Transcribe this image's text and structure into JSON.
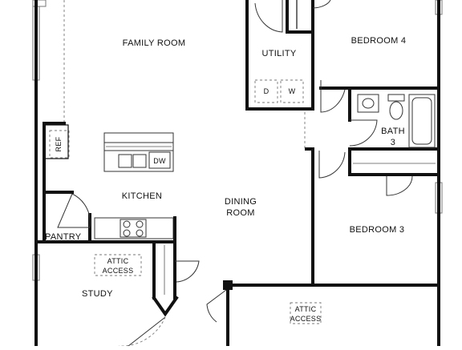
{
  "rooms": {
    "family_room": "FAMILY ROOM",
    "utility": "UTILITY",
    "bedroom4": "BEDROOM 4",
    "bath3_line1": "BATH",
    "bath3_line2": "3",
    "kitchen": "KITCHEN",
    "dining_line1": "DINING",
    "dining_line2": "ROOM",
    "bedroom3": "BEDROOM 3",
    "pantry": "PANTRY",
    "study": "STUDY"
  },
  "labels": {
    "attic_study_line1": "ATTIC",
    "attic_study_line2": "ACCESS",
    "attic_garage_line1": "ATTIC",
    "attic_garage_line2": "ACCESS",
    "refrigerator": "REF",
    "dishwasher": "DW",
    "dryer": "D",
    "washer": "W"
  }
}
